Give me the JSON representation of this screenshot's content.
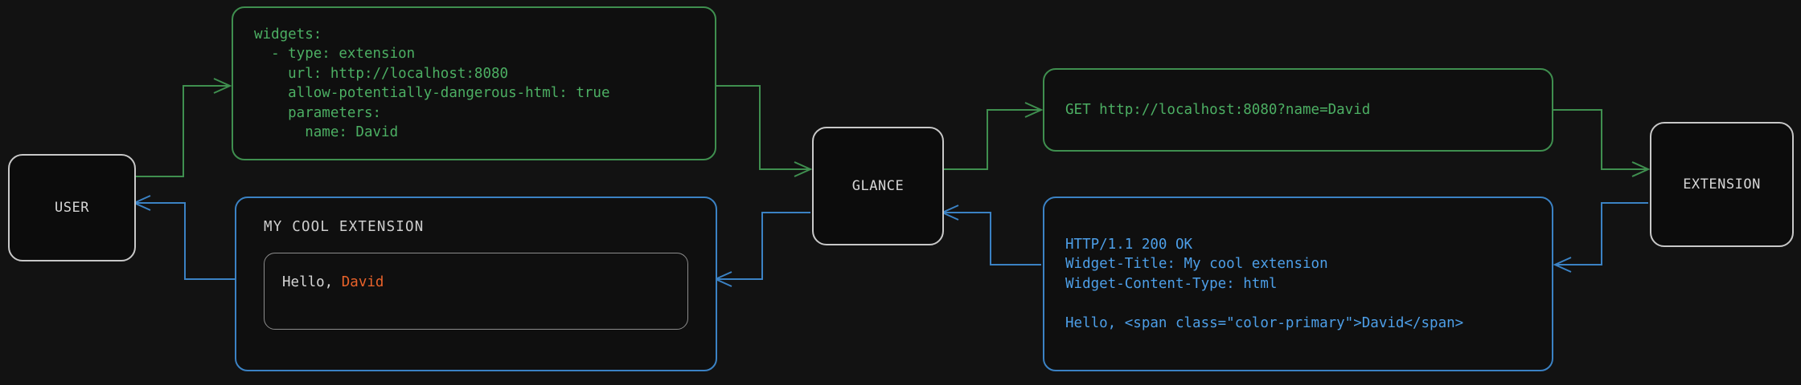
{
  "diagram": {
    "title": "glance-extension-request-flow",
    "background": "#121212",
    "colors": {
      "request": "#3f8f4f",
      "request_text": "#4caf63",
      "response": "#3b82c4",
      "response_text": "#4d9fe8",
      "node_border": "#c8c8c8",
      "node_text": "#d6d6d6",
      "accent": "#e8622a"
    }
  },
  "nodes": {
    "user": {
      "label": "USER"
    },
    "glance": {
      "label": "GLANCE"
    },
    "extension": {
      "label": "EXTENSION"
    }
  },
  "boxes": {
    "yaml_config": {
      "code": "widgets:\n  - type: extension\n    url: http://localhost:8080\n    allow-potentially-dangerous-html: true\n    parameters:\n      name: David"
    },
    "get_request": {
      "code": "GET http://localhost:8080?name=David"
    },
    "http_response": {
      "code": "HTTP/1.1 200 OK\nWidget-Title: My cool extension\nWidget-Content-Type: html\n\nHello, <span class=\"color-primary\">David</span>"
    },
    "rendered_widget": {
      "title": "MY COOL EXTENSION",
      "greeting_prefix": "Hello, ",
      "greeting_name": "David"
    }
  }
}
